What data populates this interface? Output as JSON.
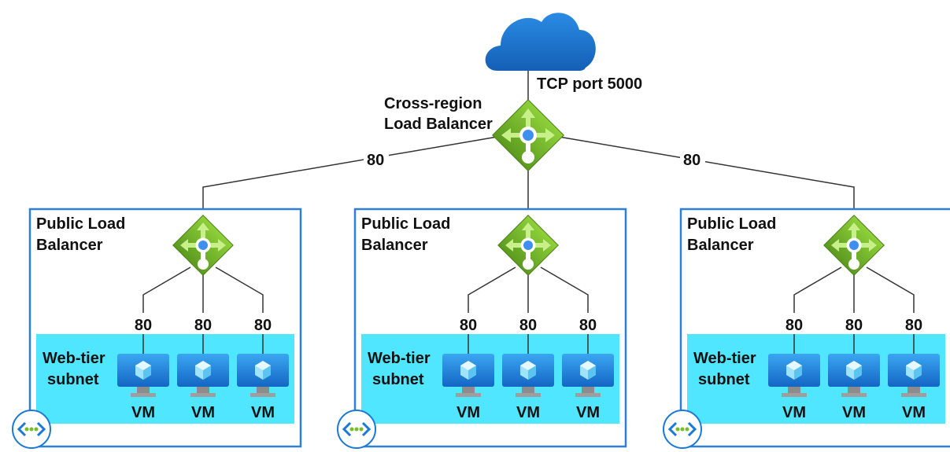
{
  "top": {
    "cloud_icon": "cloud-icon",
    "port_label": "TCP port 5000",
    "cross_region_label_line1": "Cross-region",
    "cross_region_label_line2": "Load Balancer"
  },
  "region_links": [
    {
      "port": "80"
    },
    {
      "port": "80"
    }
  ],
  "regions": [
    {
      "lb_label_line1": "Public Load",
      "lb_label_line2": "Balancer",
      "subnet_line1": "Web-tier",
      "subnet_line2": "subnet",
      "ports": [
        "80",
        "80",
        "80"
      ],
      "vms": [
        "VM",
        "VM",
        "VM"
      ]
    },
    {
      "lb_label_line1": "Public Load",
      "lb_label_line2": "Balancer",
      "subnet_line1": "Web-tier",
      "subnet_line2": "subnet",
      "ports": [
        "80",
        "80",
        "80"
      ],
      "vms": [
        "VM",
        "VM",
        "VM"
      ]
    },
    {
      "lb_label_line1": "Public Load",
      "lb_label_line2": "Balancer",
      "subnet_line1": "Web-tier",
      "subnet_line2": "subnet",
      "ports": [
        "80",
        "80",
        "80"
      ],
      "vms": [
        "VM",
        "VM",
        "VM"
      ]
    }
  ],
  "colors": {
    "region_border": "#2f7fd6",
    "subnet_fill": "#50e6ff",
    "lb_green": "#76bc2d",
    "lb_dark_green": "#5e9624",
    "vm_blue": "#1e8fe0",
    "cloud_blue": "#1b79d6",
    "vnet_blue": "#1b79d6"
  }
}
